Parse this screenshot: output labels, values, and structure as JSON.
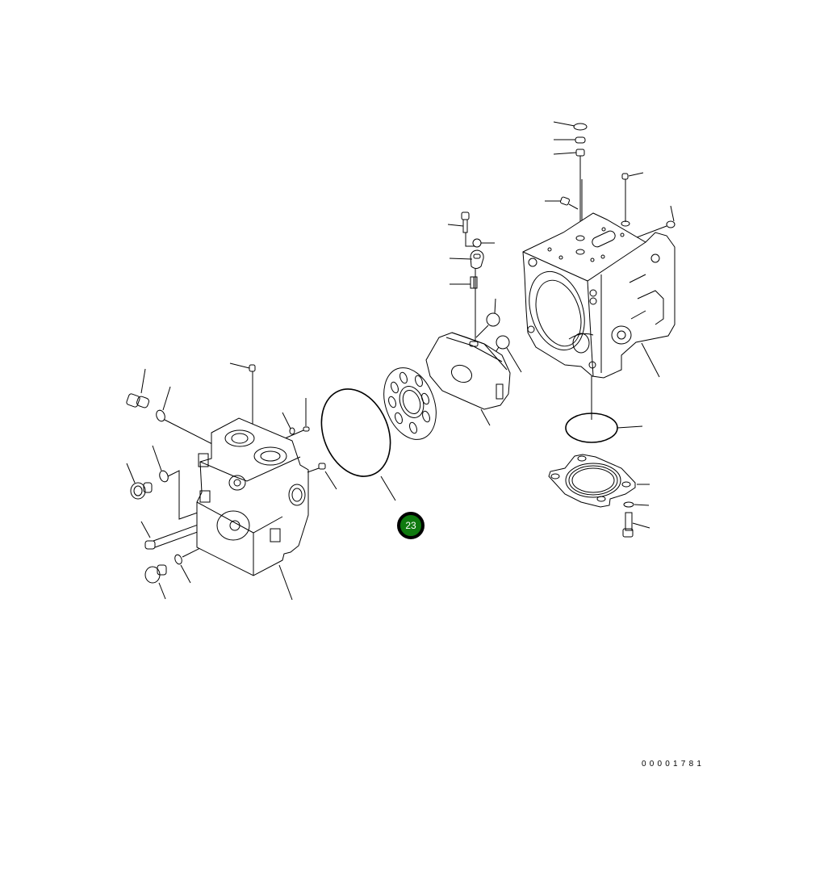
{
  "diagram": {
    "type": "exploded-parts-illustration",
    "background": "#ffffff",
    "line_color": "#000000",
    "highlighted_callout": {
      "label": "23",
      "fill_color": "#0f7a0f",
      "border_color": "#000000",
      "text_color": "#ffffff"
    },
    "drawing_number": "00001781",
    "assemblies": [
      {
        "name": "left-valve-block",
        "description": "Valve body with plugs, bolts and O-rings"
      },
      {
        "name": "o-ring-large",
        "description": "Large O-ring between body and plate"
      },
      {
        "name": "valve-plate",
        "description": "Port plate with kidney holes"
      },
      {
        "name": "swash-cradle",
        "description": "Cam / cradle with servo pin, bolt and clamp"
      },
      {
        "name": "right-pump-case",
        "description": "Pump housing with plugs and fittings"
      },
      {
        "name": "flange-set",
        "description": "O-ring, flange gasket, washer and bolt"
      }
    ],
    "unlabeled_leader_count": 36
  }
}
